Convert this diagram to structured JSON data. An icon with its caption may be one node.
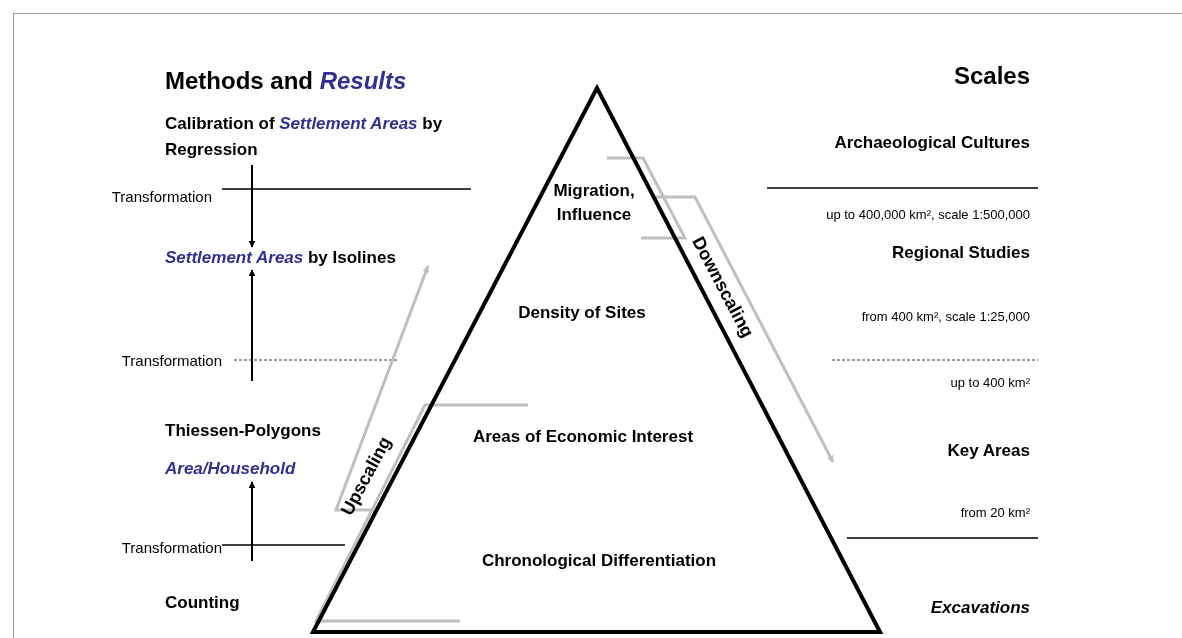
{
  "diagram": {
    "nodes": [
      {
        "text": [
          "Calibration of *Settlement Areas* by Regression"
        ]
      },
      {
        "text": [
          "*Settlement Areas* by Isolines"
        ]
      },
      {
        "text": [
          "Area/Household"
        ]
      },
      {
        "text": [
          "Migration, Influence",
          "Density of Sites",
          "Areas of Economic Interest",
          "Chronological Differentiation"
        ]
      }
    ],
    "edges": [
      {
        "from": 0,
        "to": 1,
        "arrow": "to"
      },
      {
        "from": null,
        "to": 1,
        "arrow": "to"
      },
      {
        "from": null,
        "to": 2,
        "arrow": "to"
      },
      {
        "from": 3,
        "to": 1,
        "arrow": "to",
        "label": "Upscaling",
        "color": "#bfbfbf"
      },
      {
        "from": 3,
        "to": null,
        "arrow": "to",
        "label": "Downscaling",
        "color": "#bfbfbf"
      }
    ],
    "labels": [
      "Methods and *Results*",
      "Scales",
      "Archaeological Cultures",
      "Transformation",
      "up to 400,000 km², scale 1:500,000",
      "Regional Studies",
      "from 400 km², scale 1:25,000",
      "Transformation",
      "up to 400 km²",
      "Thiessen-Polygons",
      "Key Areas",
      "from 20 km²",
      "Transformation",
      "Counting",
      "Excavations"
    ]
  }
}
